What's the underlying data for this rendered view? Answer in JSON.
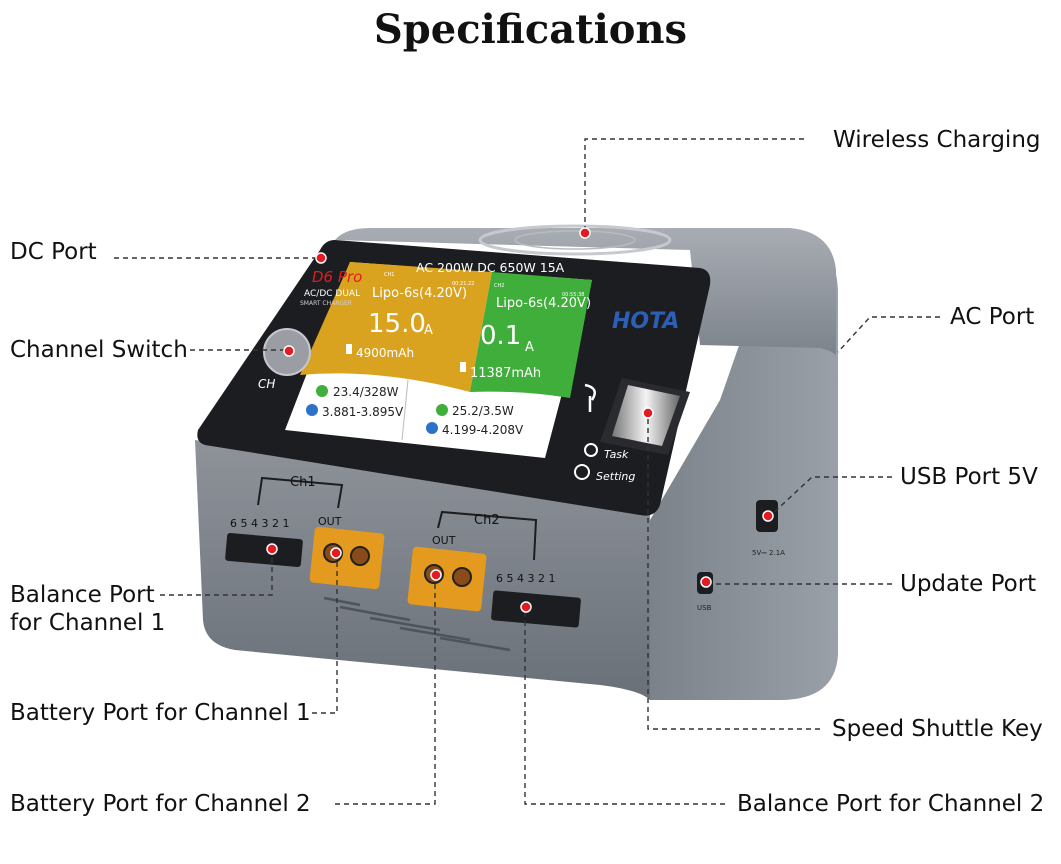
{
  "title": "Specifications",
  "callouts": {
    "wireless_charging": "Wireless Charging",
    "dc_port": "DC Port",
    "ac_port": "AC Port",
    "channel_switch": "Channel Switch",
    "usb_port": "USB Port 5V",
    "update_port": "Update Port",
    "balance_port_ch1_line1": "Balance Port",
    "balance_port_ch1_line2": "for Channel 1",
    "battery_port_ch1": "Battery Port for Channel 1",
    "speed_shuttle_key": "Speed Shuttle Key",
    "battery_port_ch2": "Battery Port for Channel 2",
    "balance_port_ch2": "Balance Port for Channel 2"
  },
  "device": {
    "model": "D6 Pro",
    "subtitle": "AC/DC DUAL",
    "subtitle2": "SMART CHARGER",
    "power_rating": "AC 200W  DC 650W 15A",
    "brand": "HOTA",
    "ch_button_label": "CH",
    "task_label": "Task",
    "setting_label": "Setting",
    "ch1_group": "Ch1",
    "ch2_group": "Ch2",
    "out_label": "OUT",
    "balance_pins": "6 5 4 3 2 1",
    "usb_side_label": "USB",
    "usb_5v_label": "5V⎓ 2.1A"
  },
  "screen": {
    "ch1": {
      "tag": "CH1",
      "time": "00:21:22",
      "battery": "Lipo-6s(4.20V)",
      "current": "15.0",
      "unit": "A",
      "capacity": "4900mAh",
      "power": "23.4/328W",
      "voltage": "3.881-3.895V",
      "color": "#d9a21f"
    },
    "ch2": {
      "tag": "CH2",
      "time": "00:55:38",
      "battery": "Lipo-6s(4.20V)",
      "current": "0.1",
      "unit": "A",
      "capacity": "11387mAh",
      "power": "25.2/3.5W",
      "voltage": "4.199-4.208V",
      "color": "#3fae3a"
    }
  },
  "colors": {
    "marker": "#e21b23",
    "body_gray": "#8a8f97",
    "accent_orange": "#e39a1e"
  }
}
